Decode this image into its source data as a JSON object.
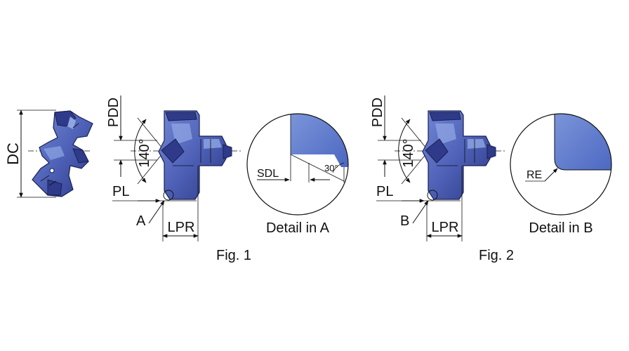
{
  "colors": {
    "tool_body": "#4f62b8",
    "tool_dark": "#2f3a8a",
    "tool_light": "#8fa6e3",
    "detail_fill": "#5d7bd0",
    "line": "#111111"
  },
  "side_view": {
    "dc_label": "DC"
  },
  "fig1": {
    "pdd_label": "PDD",
    "angle_label": "140°",
    "pl_label": "PL",
    "point_label": "A",
    "lpr_label": "LPR",
    "caption": "Fig. 1",
    "detail": {
      "sdl_label": "SDL",
      "angle_label": "30°",
      "caption": "Detail in A"
    }
  },
  "fig2": {
    "pdd_label": "PDD",
    "angle_label": "140°",
    "pl_label": "PL",
    "point_label": "B",
    "lpr_label": "LPR",
    "caption": "Fig. 2",
    "detail": {
      "re_label": "RE",
      "caption": "Detail in B"
    }
  }
}
